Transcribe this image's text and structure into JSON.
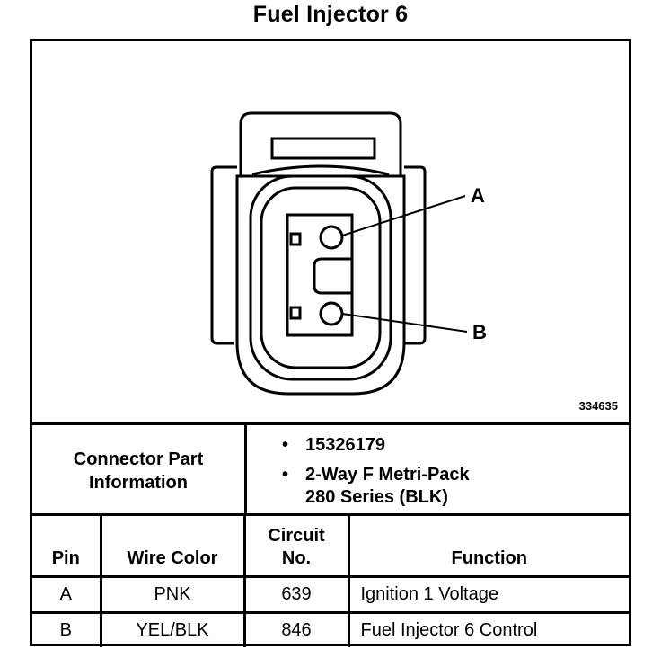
{
  "title": "Fuel Injector 6",
  "diagram": {
    "figure_number": "334635",
    "pin_labels": [
      "A",
      "B"
    ]
  },
  "connector_info": {
    "label_line1": "Connector Part",
    "label_line2": "Information",
    "bullet": "•",
    "part_number": "15326179",
    "description_line1": "2-Way F Metri-Pack",
    "description_line2": "280 Series (BLK)"
  },
  "table": {
    "headers": {
      "pin": "Pin",
      "wire_color": "Wire Color",
      "circuit_line1": "Circuit",
      "circuit_line2": "No.",
      "function": "Function"
    },
    "rows": [
      {
        "pin": "A",
        "wire_color": "PNK",
        "circuit": "639",
        "function": "Ignition 1 Voltage"
      },
      {
        "pin": "B",
        "wire_color": "YEL/BLK",
        "circuit": "846",
        "function": "Fuel Injector 6 Control"
      }
    ]
  }
}
